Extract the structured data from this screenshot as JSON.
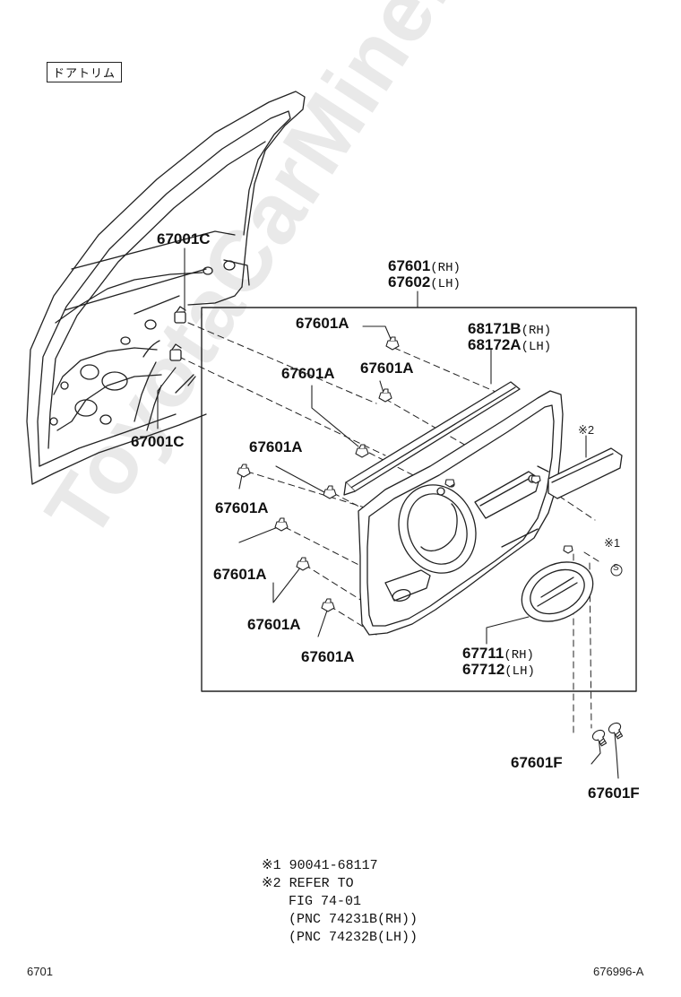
{
  "watermark": "ToyotaCarMine.ru",
  "header": {
    "title": "ドアトリム"
  },
  "labels": {
    "clip_upper": "67001C",
    "clip_lower": "67001C",
    "board_rh": "67601",
    "board_rh_side": "(RH)",
    "board_lh": "67602",
    "board_lh_side": "(LH)",
    "weatherstrip_rh": "68171B",
    "weatherstrip_rh_side": "(RH)",
    "weatherstrip_lh": "68172A",
    "weatherstrip_lh_side": "(LH)",
    "fastener_1": "67601A",
    "fastener_2": "67601A",
    "fastener_3": "67601A",
    "fastener_4": "67601A",
    "fastener_5": "67601A",
    "fastener_6": "67601A",
    "fastener_7": "67601A",
    "fastener_8": "67601A",
    "bezel_rh": "67711",
    "bezel_rh_side": "(RH)",
    "bezel_lh": "67712",
    "bezel_lh_side": "(LH)",
    "screw_left": "67601F",
    "screw_right": "67601F",
    "mark_2": "※2",
    "mark_1": "※1",
    "mark_s": "S"
  },
  "notes": {
    "n1_mark": "※1",
    "n1_text": "90041-68117",
    "n2_mark": "※2",
    "n2_line1": "REFER TO",
    "n2_line2": "FIG 74-01",
    "n2_line3": "(PNC 74231B(RH))",
    "n2_line4": "(PNC 74232B(LH))"
  },
  "footer": {
    "left": "6701",
    "right": "676996-A"
  }
}
